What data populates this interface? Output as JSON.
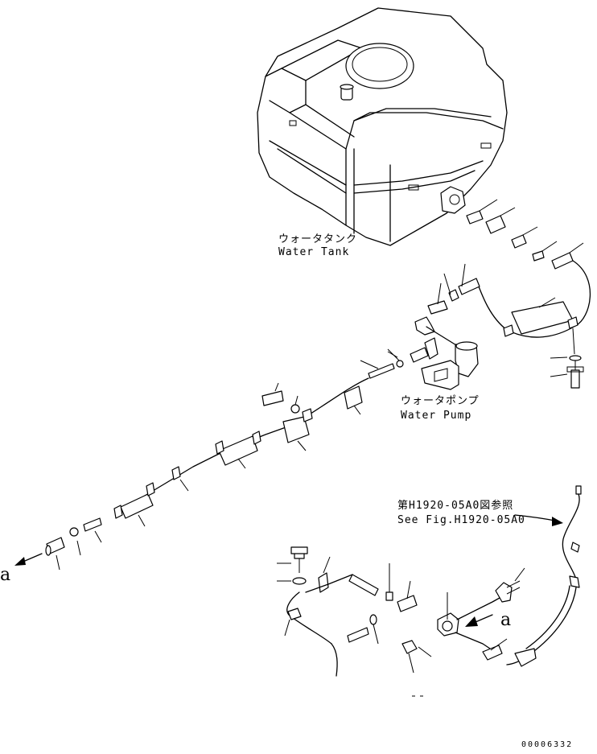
{
  "labels": {
    "water_tank_ja": "ウォータタンク",
    "water_tank_en": "Water Tank",
    "water_pump_ja": "ウォータポンプ",
    "water_pump_en": "Water Pump",
    "see_fig_ja": "第H1920-05A0図参照",
    "see_fig_en": "See Fig.H1920-05A0",
    "arrow_a_left": "a",
    "arrow_a_right": "a",
    "drawing_number": "00006332"
  }
}
